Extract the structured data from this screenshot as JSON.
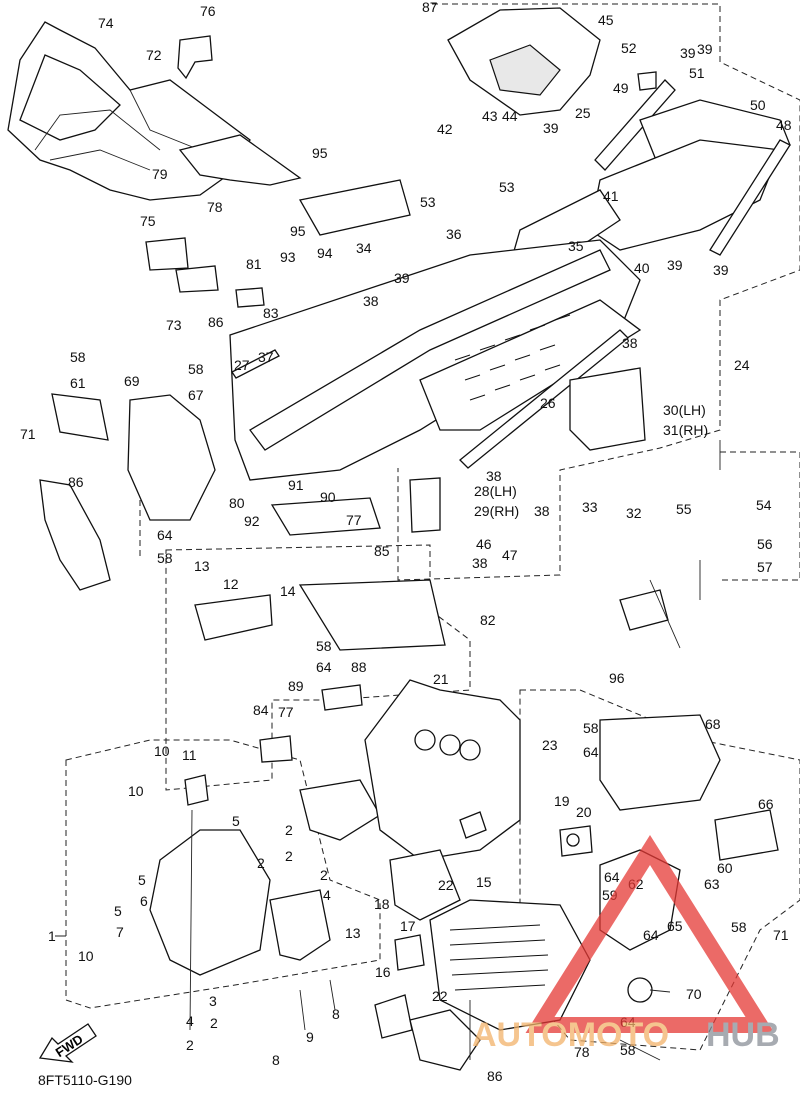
{
  "diagram": {
    "code": "8FT5110-G190",
    "fwd_label": "FWD",
    "watermark": {
      "part1": "AUTOMOTO",
      "part2": "HUB",
      "color_red": "#e53935",
      "color_orange": "#f2b26a",
      "color_gray": "#8a8f98"
    },
    "labels": [
      "1",
      "2",
      "3",
      "4",
      "5",
      "6",
      "7",
      "8",
      "9",
      "10",
      "11",
      "12",
      "13",
      "14",
      "15",
      "16",
      "17",
      "18",
      "19",
      "20",
      "21",
      "22",
      "23",
      "24",
      "25",
      "26",
      "27",
      "28(LH)",
      "29(RH)",
      "30(LH)",
      "31(RH)",
      "32",
      "33",
      "34",
      "35",
      "36",
      "37",
      "38",
      "39",
      "40",
      "41",
      "42",
      "43",
      "44",
      "45",
      "46",
      "47",
      "48",
      "49",
      "50",
      "51",
      "52",
      "53",
      "54",
      "55",
      "56",
      "57",
      "58",
      "59",
      "60",
      "61",
      "62",
      "63",
      "64",
      "65",
      "66",
      "67",
      "68",
      "69",
      "70",
      "71",
      "72",
      "73",
      "74",
      "75",
      "76",
      "77",
      "78",
      "79",
      "80",
      "81",
      "82",
      "83",
      "84",
      "85",
      "86",
      "87",
      "88",
      "89",
      "90",
      "91",
      "92",
      "93",
      "94",
      "95",
      "96"
    ]
  }
}
